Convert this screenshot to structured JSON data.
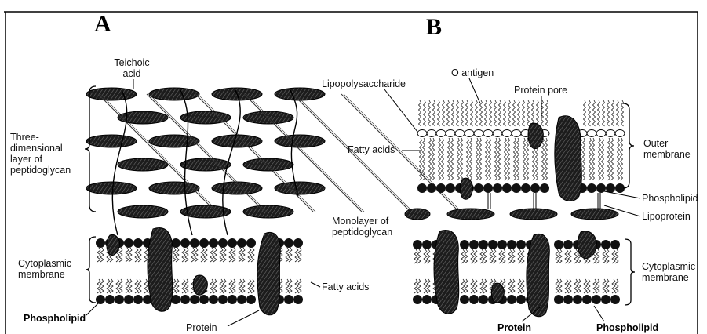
{
  "panels": [
    {
      "letter": "A",
      "labels": {
        "teichoic": [
          "Teichoic",
          "acid"
        ],
        "peptidoglycan": [
          "Three-",
          "dimensional",
          "layer of",
          "peptidoglycan"
        ],
        "cytoplasmic": [
          "Cytoplasmic",
          "membrane"
        ],
        "fatty_acids": "Fatty acids",
        "phospholipid": "Phospholipid",
        "protein": "Protein"
      }
    },
    {
      "letter": "B",
      "labels": {
        "lps": "Lipopolysaccharide",
        "o_antigen": "O antigen",
        "protein_pore": "Protein pore",
        "fatty_acids": "Fatty acids",
        "outer_membrane": [
          "Outer",
          "membrane"
        ],
        "phospholipid_outer": "Phospholipid",
        "lipoprotein": "Lipoprotein",
        "monolayer": [
          "Monolayer of",
          "peptidoglycan"
        ],
        "cytoplasmic": [
          "Cytoplasmic",
          "membrane"
        ],
        "protein": "Protein",
        "phospholipid_inner": "Phospholipid"
      }
    }
  ]
}
